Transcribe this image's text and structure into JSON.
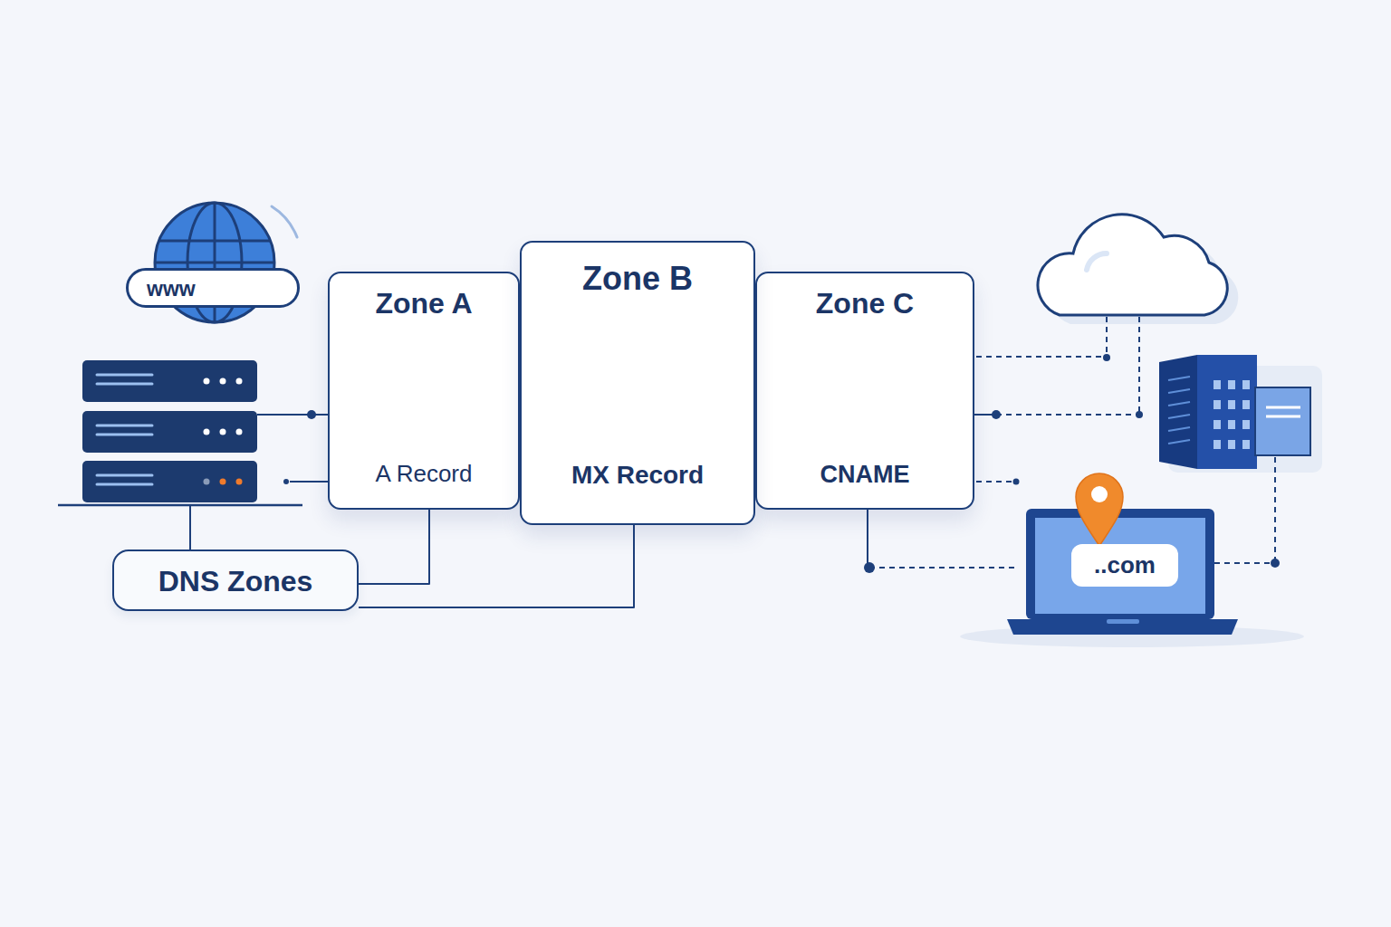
{
  "diagram": {
    "nodes": [
      {
        "text": [
          "www"
        ]
      },
      {
        "text": [
          "Zone A",
          "A Record"
        ]
      },
      {
        "text": [
          "Zone B",
          "MX Record"
        ]
      },
      {
        "text": [
          "Zone C",
          "CNAME"
        ]
      },
      {
        "text": [
          "DNS Zones"
        ]
      },
      {
        "text": [
          "..com"
        ]
      }
    ],
    "edges": [
      {
        "from": 4,
        "to": 1,
        "arrow": "none"
      },
      {
        "from": 4,
        "to": 2,
        "arrow": "none"
      }
    ]
  }
}
